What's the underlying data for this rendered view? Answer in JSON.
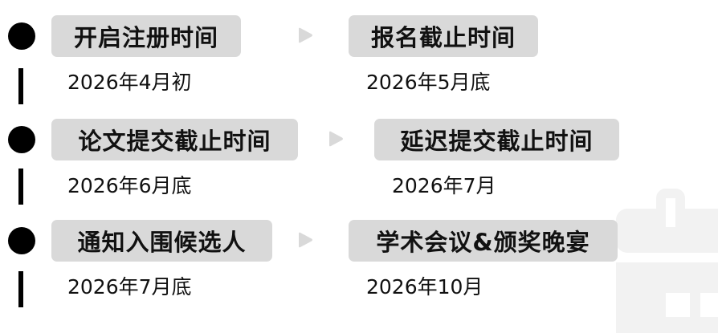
{
  "colors": {
    "label_bg": "#d9d9d9",
    "bullet": "#000000",
    "arrow": "#d9d9d9",
    "watermark": "#f2f2f2",
    "text": "#111111"
  },
  "watermark": {
    "icon": "calendar-icon"
  },
  "rows": [
    {
      "steps": [
        {
          "label": "开启注册时间",
          "date": "2026年4月初"
        },
        {
          "label": "报名截止时间",
          "date": "2026年5月底"
        }
      ]
    },
    {
      "steps": [
        {
          "label": "论文提交截止时间",
          "date": "2026年6月底"
        },
        {
          "label": "延迟提交截止时间",
          "date": "2026年7月"
        }
      ]
    },
    {
      "steps": [
        {
          "label": "通知入围候选人",
          "date": "2026年7月底"
        },
        {
          "label": "学术会议&颁奖晚宴",
          "date": "2026年10月"
        }
      ]
    }
  ]
}
